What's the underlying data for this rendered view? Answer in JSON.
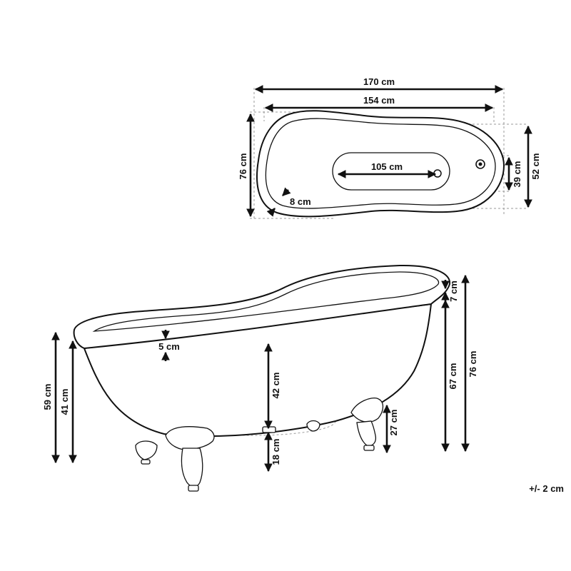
{
  "top_view": {
    "overall_length": "170 cm",
    "inner_length": "154 cm",
    "basin_length": "105 cm",
    "overall_width": "76 cm",
    "basin_width": "39 cm",
    "inner_width": "52 cm",
    "rim_width": "8 cm"
  },
  "side_view": {
    "rim_height": "7 cm",
    "rim_thickness": "5 cm",
    "inner_depth": "42 cm",
    "leg_height": "18 cm",
    "back_height": "59 cm",
    "front_height": "41 cm",
    "feet_height": "27 cm",
    "mid_height": "67 cm",
    "total_height": "76 cm"
  },
  "tolerance": "+/- 2 cm",
  "colors": {
    "line": "#111111",
    "hidden_line": "#9a9a9a"
  }
}
